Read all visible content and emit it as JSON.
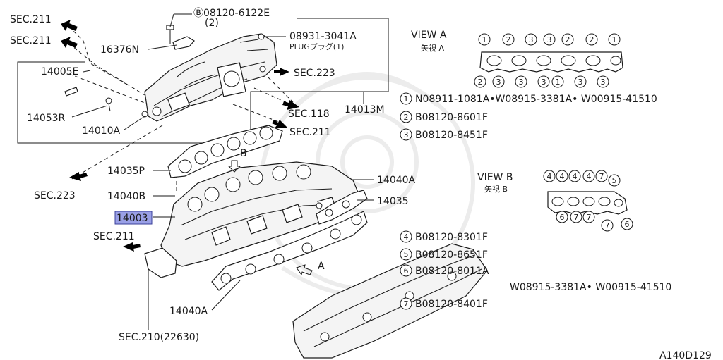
{
  "diagram": {
    "figure_id": "A140D129",
    "labels": {
      "sec211_a": "SEC.211",
      "sec211_b": "SEC.211",
      "sec211_c": "SEC.211",
      "sec211_d": "SEC.211",
      "sec223_a": "SEC.223",
      "sec223_b": "SEC.223",
      "sec118": "SEC.118",
      "sec210": "SEC.210(22630)",
      "p16376n": "16376N",
      "p14005e": "14005E",
      "p14053r": "14053R",
      "p14010a": "14010A",
      "p14013m": "14013M",
      "p14035p": "14035P",
      "p14040b": "14040B",
      "p14003": "14003",
      "p14040a_top": "14040A",
      "p14035": "14035",
      "p14040a_bot": "14040A",
      "bolt_top_code": "08120-6122E",
      "bolt_top_qty": "(2)",
      "plug_code": "08931-3041A",
      "plug_desc": "PLUGプラグ(1)",
      "view_b_arrow": "B",
      "view_a_arrow": "A"
    },
    "view_a": {
      "title": "VIEW A",
      "subtitle": "矢視  A",
      "top_numbers": [
        "1",
        "2",
        "3",
        "3",
        "2",
        "2",
        "1"
      ],
      "bottom_numbers": [
        "2",
        "3",
        "3",
        "3",
        "1",
        "3",
        "3"
      ]
    },
    "view_b": {
      "title": "VIEW B",
      "subtitle": "矢視  B",
      "top_numbers": [
        "4",
        "4",
        "4",
        "4",
        "7",
        "5"
      ],
      "bottom_numbers": [
        "6",
        "7",
        "7",
        "7",
        "6"
      ]
    },
    "legend": [
      {
        "num": "1",
        "text": "N08911-1081A•W08915-3381A• W00915-41510"
      },
      {
        "num": "2",
        "text": "B08120-8601F"
      },
      {
        "num": "3",
        "text": "B08120-8451F"
      },
      {
        "num": "4",
        "text": "B08120-8301F"
      },
      {
        "num": "5",
        "text": "B08120-8651F"
      },
      {
        "num": "6",
        "text": "B08120-8011A"
      },
      {
        "num": "",
        "text": "W08915-3381A• W00915-41510"
      },
      {
        "num": "7",
        "text": "B08120-8401F"
      }
    ]
  }
}
